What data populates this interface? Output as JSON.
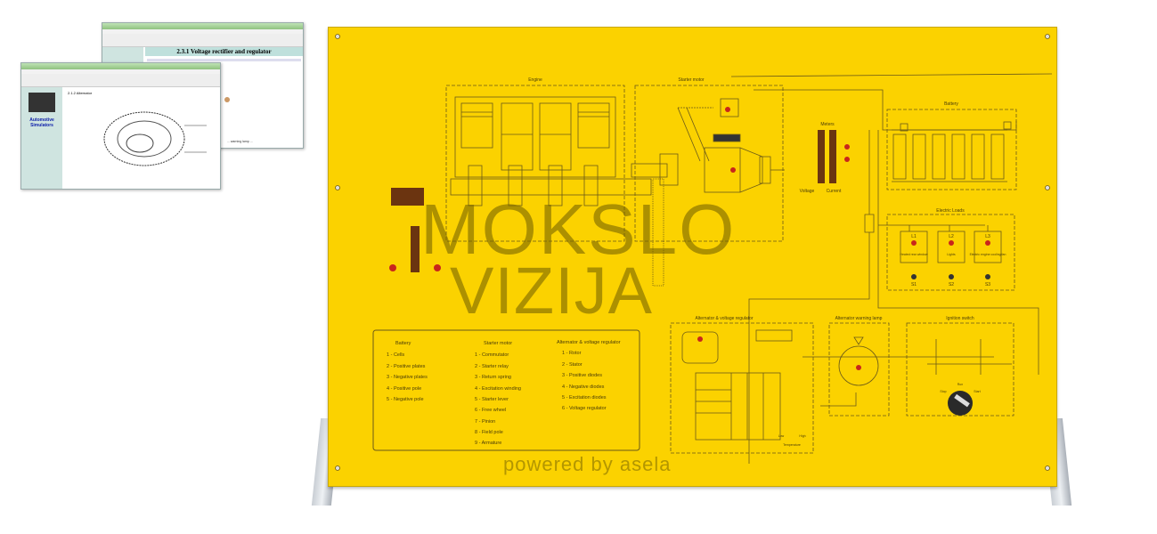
{
  "software": {
    "back_window": {
      "heading": "2.3.1 Voltage rectifier and regulator",
      "footer_text": "... warning lamp ..."
    },
    "front_window": {
      "heading": "2.1.2 Alternator",
      "side_title": "Automotive Simulators"
    }
  },
  "watermark": {
    "line1": "MOKSLO",
    "line2": "VIZIJA",
    "tagline": "powered by asela"
  },
  "diagram": {
    "engine_title": "Engine",
    "starter_title": "Starter motor",
    "meters_title": "Meters",
    "voltage_label": "Voltage",
    "current_label": "Current",
    "battery_title": "Battery",
    "loads_title": "Electric Loads",
    "loads": [
      {
        "id": "L1",
        "label": "Heated rear window",
        "switch": "S1"
      },
      {
        "id": "L2",
        "label": "Lights",
        "switch": "S2"
      },
      {
        "id": "L3",
        "label": "Electric engine cooling fan",
        "switch": "S3"
      }
    ],
    "alternator_title": "Alternator & voltage regulator",
    "temperature_label": "Temperature",
    "temp_low": "Low",
    "temp_high": "High",
    "lamp_title": "Alternator warning lamp",
    "ignition_title": "Ignition switch",
    "ignition_positions": [
      "Stop",
      "Run",
      "Start"
    ]
  },
  "legend": {
    "columns": [
      {
        "title": "Battery",
        "items": [
          "1 - Cells",
          "2 - Positive plates",
          "3 - Negative plates",
          "4 - Positive pole",
          "5 - Negative pole"
        ]
      },
      {
        "title": "Starter motor",
        "items": [
          "1 - Commutator",
          "2 - Starter relay",
          "3 - Return spring",
          "4 - Excitation winding",
          "5 - Starter lever",
          "6 - Free wheel",
          "7 - Pinion",
          "8 - Field pole",
          "9 - Armature"
        ]
      },
      {
        "title": "Alternator & voltage regulator",
        "items": [
          "1 - Rotor",
          "2 - Stator",
          "3 - Positive diodes",
          "4 - Negative diodes",
          "5 - Excitation diodes",
          "6 - Voltage regulator"
        ]
      }
    ]
  },
  "colors": {
    "panel": "#fbd200",
    "line": "#5a4a10",
    "brown": "#6b3410",
    "red": "#d8261c"
  }
}
